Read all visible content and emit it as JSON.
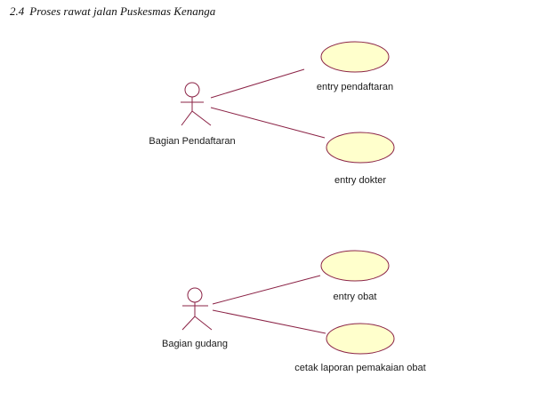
{
  "section": {
    "number": "2.4",
    "title": "Proses rawat jalan Puskesmas Kenanga"
  },
  "colors": {
    "line": "#8b2346",
    "actor": "#8b2346",
    "usecase_fill": "#ffffcc",
    "usecase_stroke": "#8b2346",
    "text": "#1a1a1a"
  },
  "actors": [
    {
      "id": "bagian-pendaftaran",
      "label": "Bagian Pendaftaran"
    },
    {
      "id": "bagian-gudang",
      "label": "Bagian gudang"
    }
  ],
  "usecases": [
    {
      "id": "entry-pendaftaran",
      "label": "entry pendaftaran"
    },
    {
      "id": "entry-dokter",
      "label": "entry dokter"
    },
    {
      "id": "entry-obat",
      "label": "entry obat"
    },
    {
      "id": "cetak-laporan",
      "label": "cetak laporan pemakaian obat"
    }
  ],
  "associations": [
    {
      "actor": "bagian-pendaftaran",
      "usecase": "entry-pendaftaran"
    },
    {
      "actor": "bagian-pendaftaran",
      "usecase": "entry-dokter"
    },
    {
      "actor": "bagian-gudang",
      "usecase": "entry-obat"
    },
    {
      "actor": "bagian-gudang",
      "usecase": "cetak-laporan"
    }
  ]
}
